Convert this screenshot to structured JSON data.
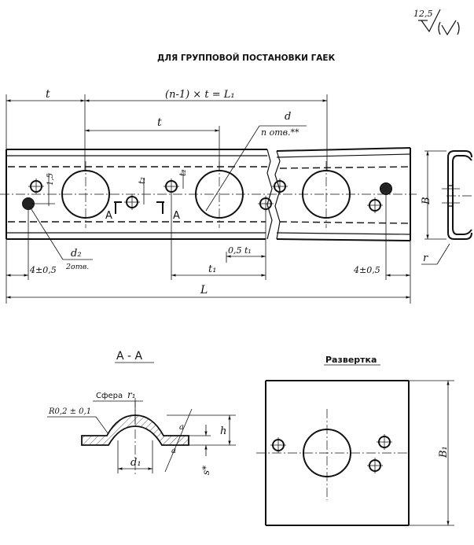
{
  "heading": "ДЛЯ ГРУППОВОЙ ПОСТАНОВКИ ГАЕК",
  "roughness": {
    "value": "12,5"
  },
  "dimensions": {
    "t_top": "t",
    "n_minus_1_t": "(n-1) × t = L₁",
    "t_mid": "t",
    "d": "d",
    "n_holes": "n отв.**",
    "dim_15": "1,5",
    "t2_a": "t₂",
    "t2_b": "t₂",
    "section_mark_1": "A",
    "section_mark_2": "A",
    "d2": "d₂",
    "two_holes": "2отв.",
    "tol_left": "4±0,5",
    "tol_right": "4±0,5",
    "t1": "t₁",
    "half_t1": "0,5 t₁",
    "B": "B",
    "r": "r",
    "L": "L"
  },
  "section": {
    "title": "A - A",
    "sphere_label": "Сфера",
    "r1": "r₁",
    "radius": "R0,2 ± 0,1",
    "h": "h",
    "d1": "d₁",
    "s": "s*"
  },
  "development": {
    "title": "Развертка",
    "B1": "B₁"
  }
}
